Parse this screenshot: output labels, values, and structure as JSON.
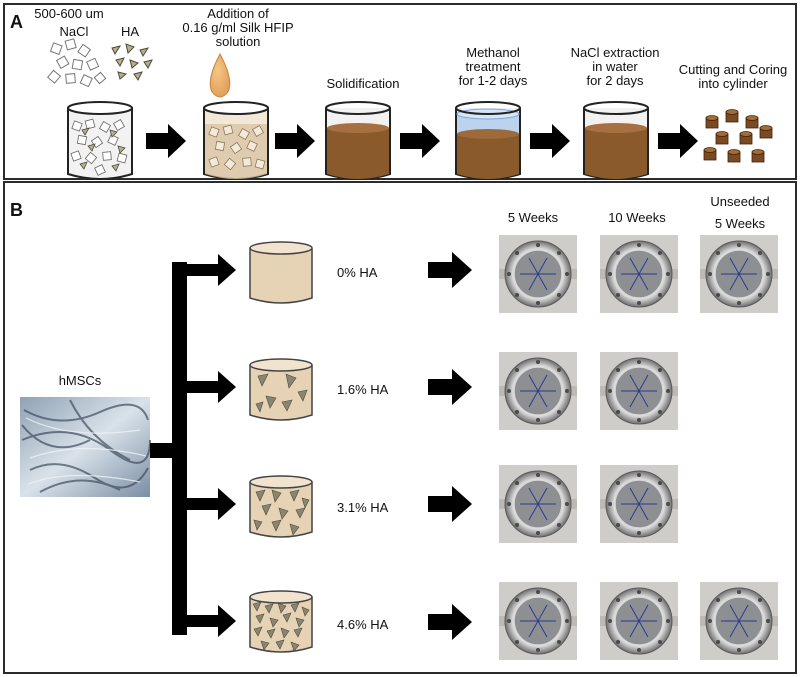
{
  "panel_a": {
    "label": "A",
    "nacl_size": "500-600 um",
    "nacl": "NaCl",
    "ha": "HA",
    "step2": [
      "Addition of",
      "0.16 g/ml Silk HFIP",
      "solution"
    ],
    "step3": "Solidification",
    "step4": [
      "Methanol",
      "treatment",
      "for 1-2 days"
    ],
    "step5": [
      "NaCl extraction",
      "in water",
      "for 2 days"
    ],
    "step6": [
      "Cutting and Coring",
      "into cylinder"
    ]
  },
  "panel_b": {
    "label": "B",
    "cells": "hMSCs",
    "col_headers": [
      "5 Weeks",
      "10 Weeks",
      "Unseeded",
      "5 Weeks"
    ],
    "groups": [
      "0% HA",
      "1.6% HA",
      "3.1% HA",
      "4.6% HA"
    ]
  },
  "colors": {
    "border": "#2b2b2b",
    "scaffold_tan": "#e6d2b5",
    "silk_brown": "#8a5a2b",
    "methanol_blue": "#bcd3ef",
    "ha_particle": "#8b8570",
    "arrow": "#000000",
    "chamber_steel": "#b7b7b7"
  }
}
